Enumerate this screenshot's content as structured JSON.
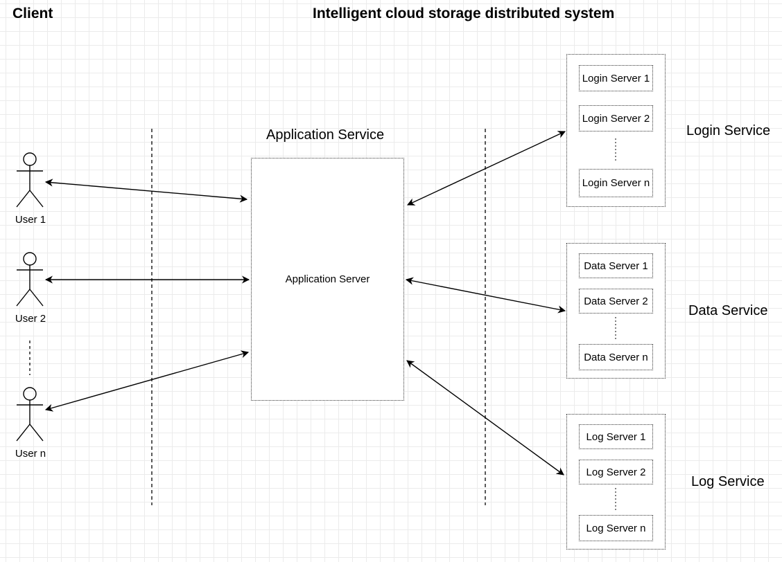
{
  "headings": {
    "client": "Client",
    "system": "Intelligent cloud storage distributed system"
  },
  "application": {
    "service_label": "Application Service",
    "server_label": "Application Server"
  },
  "users": [
    {
      "label": "User 1"
    },
    {
      "label": "User 2"
    },
    {
      "label": "User n"
    }
  ],
  "services": [
    {
      "name": "Login Service",
      "servers": [
        "Login Server 1",
        "Login Server 2",
        "Login Server n"
      ]
    },
    {
      "name": "Data Service",
      "servers": [
        "Data Server 1",
        "Data Server 2",
        "Data Server n"
      ]
    },
    {
      "name": "Log Service",
      "servers": [
        "Log Server 1",
        "Log Server 2",
        "Log Server n"
      ]
    }
  ]
}
